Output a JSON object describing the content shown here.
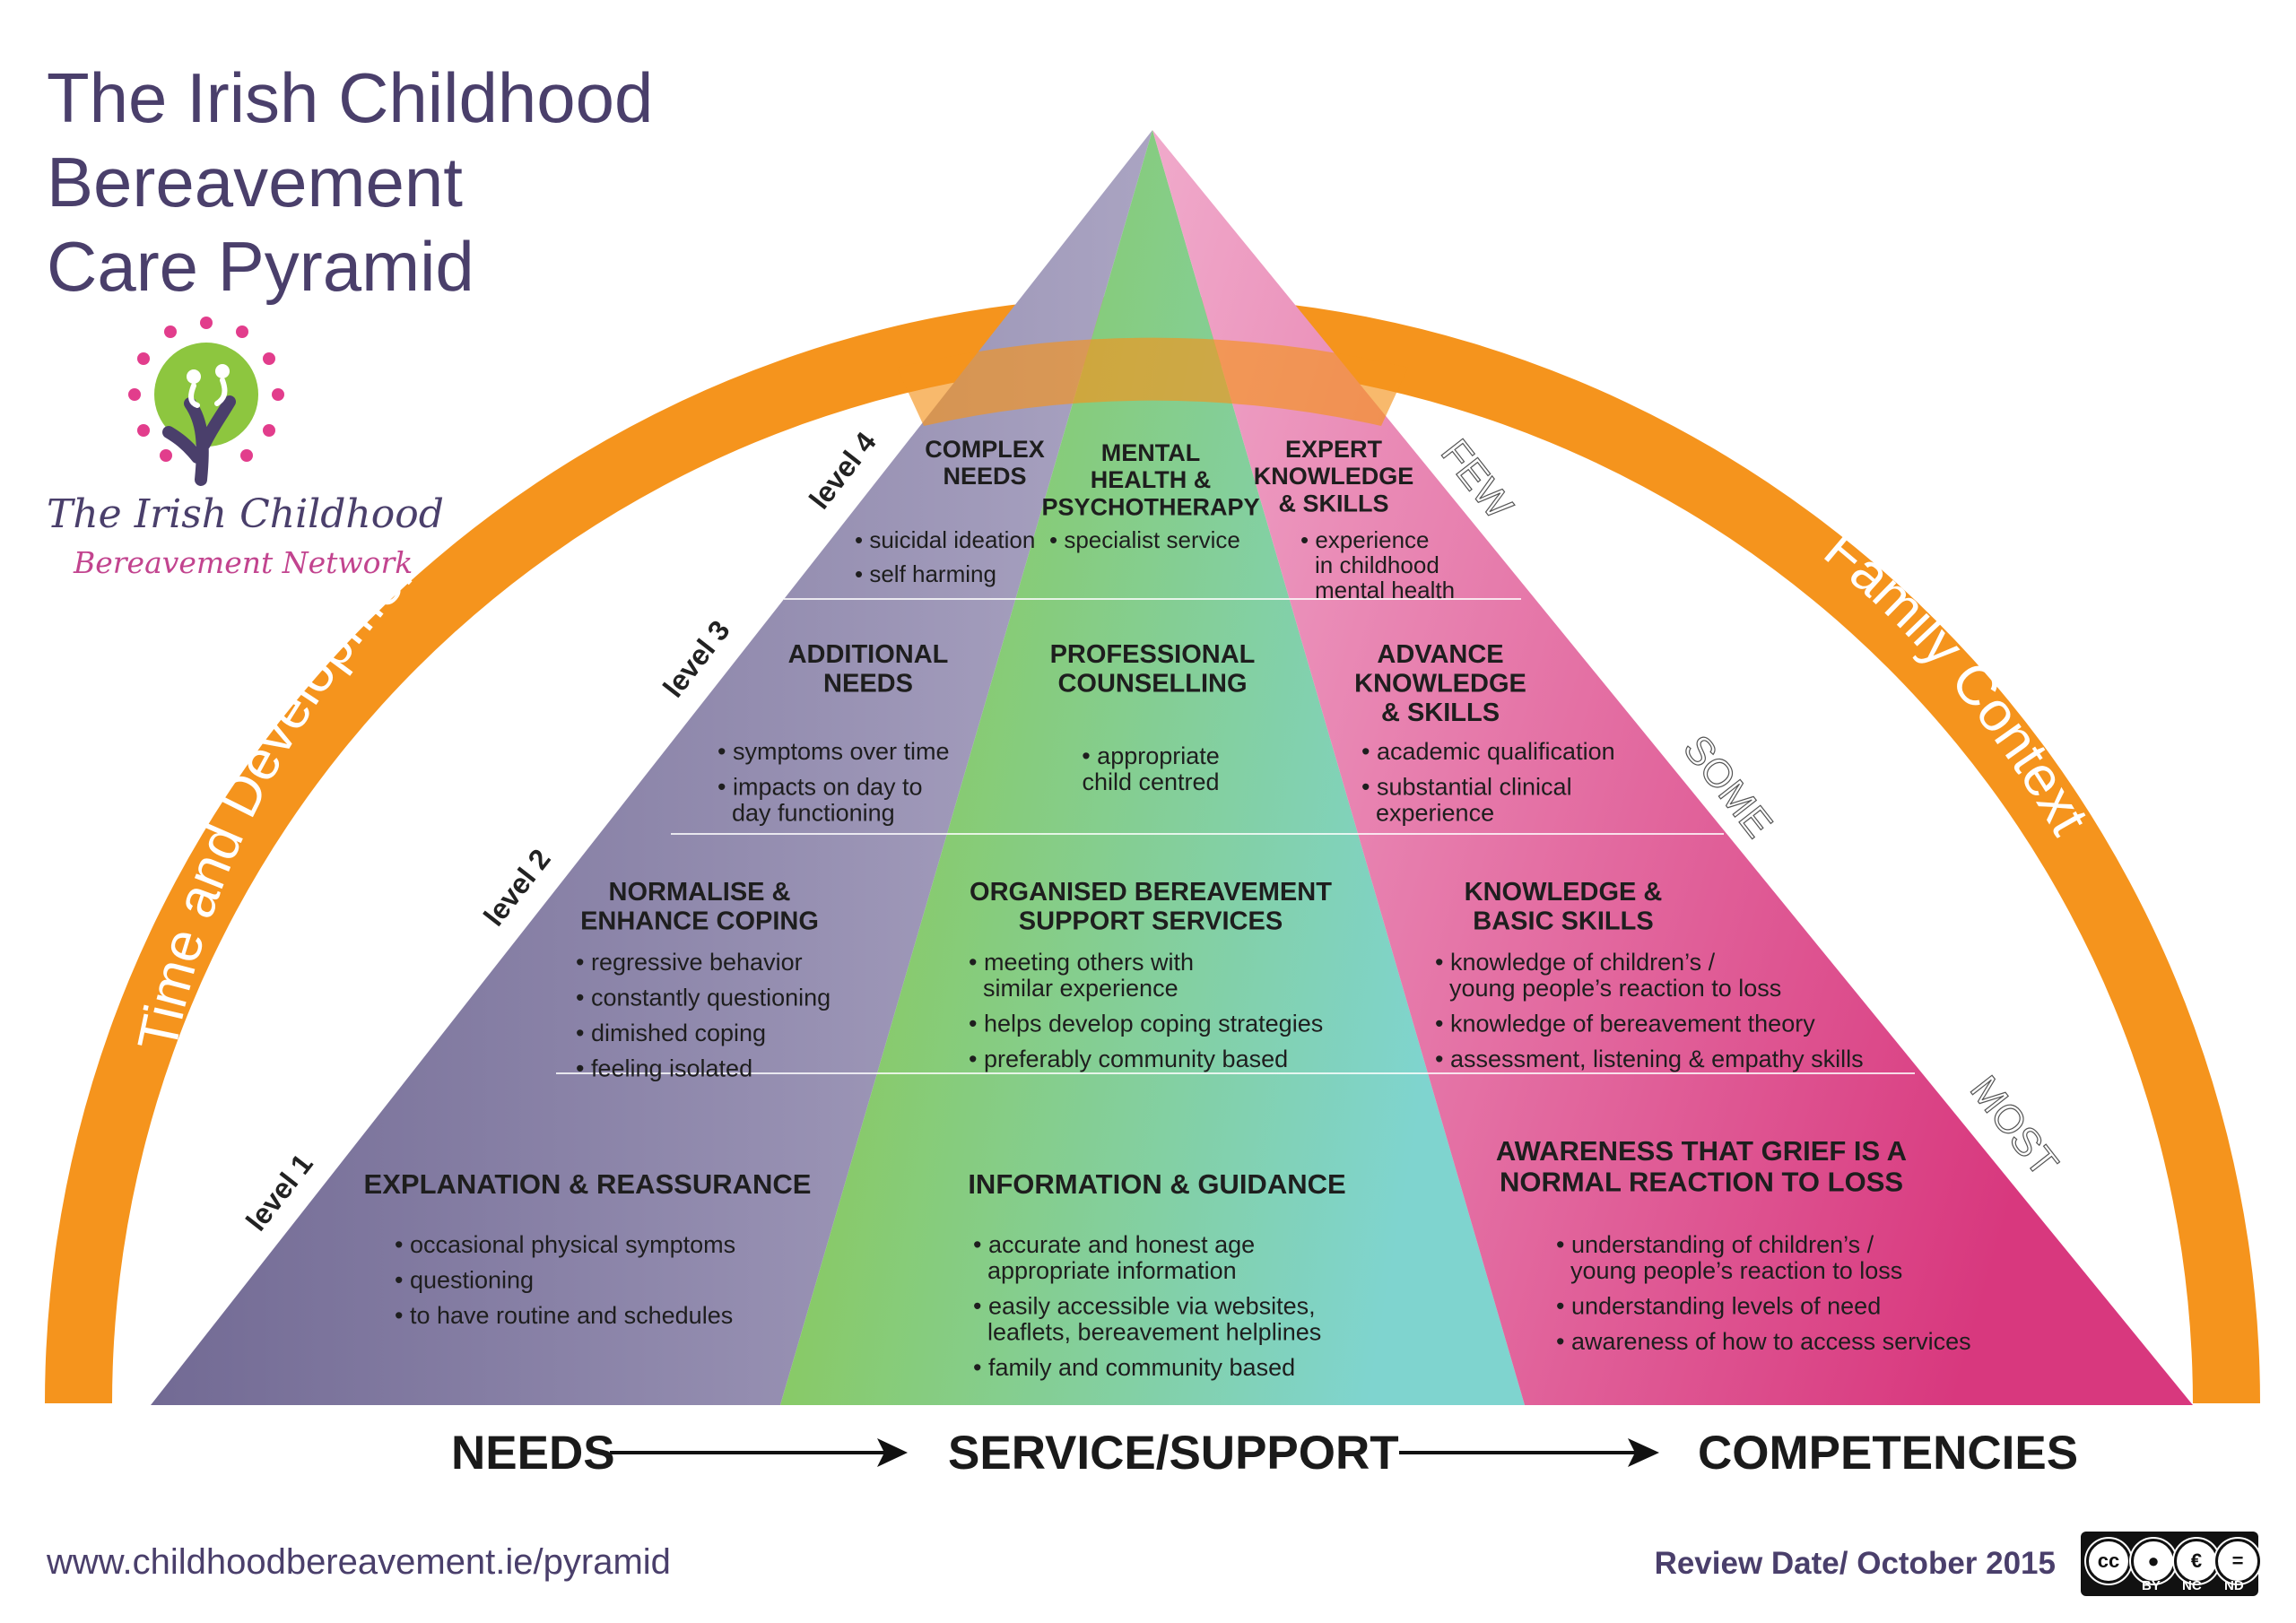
{
  "title": [
    "The Irish Childhood",
    "Bereavement",
    "Care Pyramid"
  ],
  "organization": {
    "name": "The Irish Childhood",
    "subtitle": "Bereavement Network",
    "logo_icon": "tree-with-dots-icon"
  },
  "arch": {
    "left_label": "Time and Developmental Stage",
    "right_label": "Family Context",
    "color": "#f5941d"
  },
  "scale_labels": [
    "FEW",
    "SOME",
    "MOST"
  ],
  "level_labels": [
    "level 1",
    "level 2",
    "level 3",
    "level 4"
  ],
  "colors": {
    "needs": "#8f88ab",
    "service": "#8dc63f",
    "service_end": "#7fd3cc",
    "competencies": "#e886b3",
    "competencies_end": "#d83a80",
    "title": "#4a3f6b"
  },
  "levels": [
    {
      "level": "level 1",
      "needs": {
        "heading": [
          "EXPLANATION & REASSURANCE"
        ],
        "bullets": [
          [
            "occasional physical symptoms"
          ],
          [
            "questioning"
          ],
          [
            "to have routine and schedules"
          ]
        ]
      },
      "service": {
        "heading": [
          "INFORMATION & GUIDANCE"
        ],
        "bullets": [
          [
            "accurate and honest age",
            "appropriate information"
          ],
          [
            "easily accessible via websites,",
            "leaflets, bereavement helplines"
          ],
          [
            "family and community based"
          ]
        ]
      },
      "competencies": {
        "heading": [
          "AWARENESS THAT GRIEF IS A",
          "NORMAL REACTION TO LOSS"
        ],
        "bullets": [
          [
            "understanding of children’s /",
            "young people’s reaction to loss"
          ],
          [
            "understanding levels of need"
          ],
          [
            "awareness of how to access services"
          ]
        ]
      }
    },
    {
      "level": "level 2",
      "needs": {
        "heading": [
          "NORMALISE &",
          "ENHANCE COPING"
        ],
        "bullets": [
          [
            "regressive behavior"
          ],
          [
            "constantly questioning"
          ],
          [
            "dimished coping"
          ],
          [
            "feeling isolated"
          ]
        ]
      },
      "service": {
        "heading": [
          "ORGANISED BEREAVEMENT",
          "SUPPORT SERVICES"
        ],
        "bullets": [
          [
            "meeting others with",
            "similar experience"
          ],
          [
            "helps develop coping strategies"
          ],
          [
            "preferably community based"
          ]
        ]
      },
      "competencies": {
        "heading": [
          "KNOWLEDGE &",
          "BASIC SKILLS"
        ],
        "bullets": [
          [
            "knowledge of children’s /",
            "young people’s reaction to loss"
          ],
          [
            "knowledge of bereavement theory"
          ],
          [
            "assessment, listening & empathy skills"
          ]
        ]
      }
    },
    {
      "level": "level 3",
      "needs": {
        "heading": [
          "ADDITIONAL",
          "NEEDS"
        ],
        "bullets": [
          [
            "symptoms over time"
          ],
          [
            "impacts on day to",
            "day functioning"
          ]
        ]
      },
      "service": {
        "heading": [
          "PROFESSIONAL",
          "COUNSELLING"
        ],
        "bullets": [
          [
            "appropriate",
            "child centred"
          ]
        ]
      },
      "competencies": {
        "heading": [
          "ADVANCE",
          "KNOWLEDGE",
          "& SKILLS"
        ],
        "bullets": [
          [
            "academic qualification"
          ],
          [
            "substantial clinical",
            "experience"
          ]
        ]
      }
    },
    {
      "level": "level 4",
      "needs": {
        "heading": [
          "COMPLEX",
          "NEEDS"
        ],
        "bullets": [
          [
            "suicidal ideation"
          ],
          [
            "self harming"
          ]
        ]
      },
      "service": {
        "heading": [
          "MENTAL",
          "HEALTH &",
          "PSYCHOTHERAPY"
        ],
        "bullets": [
          [
            "specialist service"
          ]
        ]
      },
      "competencies": {
        "heading": [
          "EXPERT",
          "KNOWLEDGE",
          "& SKILLS"
        ],
        "bullets": [
          [
            "experience",
            "in childhood",
            "mental health"
          ]
        ]
      }
    }
  ],
  "flow": {
    "needs": "NEEDS",
    "service": "SERVICE/SUPPORT",
    "competencies": "COMPETENCIES",
    "arrow_icon": "right-arrow-icon"
  },
  "footer": {
    "url": "www.childhoodbereavement.ie/pyramid",
    "review": "Review Date/ October 2015"
  },
  "license": {
    "icon": "creative-commons-by-nc-nd-icon",
    "symbol": "cc",
    "parts": [
      "BY",
      "NC",
      "ND"
    ]
  }
}
